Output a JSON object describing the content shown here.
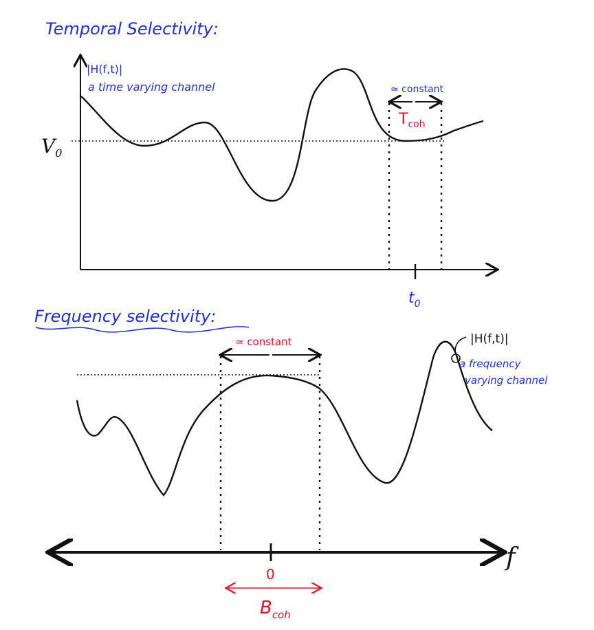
{
  "temporal": {
    "title": "Temporal Selectivity:",
    "y_axis_label": "|H(f,t)|",
    "curve_note": "a time varying channel",
    "level_label": "V",
    "level_subscript": "0",
    "bracket_label": "≃ constant",
    "interval_label": "T",
    "interval_subscript": "coh",
    "tick_label": "t",
    "tick_subscript": "0"
  },
  "frequency": {
    "title": "Frequency selectivity:",
    "y_label": "|H(f,t)|",
    "curve_note_line1": "a frequency",
    "curve_note_line2": "varying channel",
    "bracket_label": "≃ constant",
    "axis_label": "f",
    "tick_label": "0",
    "interval_label": "B",
    "interval_subscript": "coh"
  },
  "colors": {
    "ink": "#111111",
    "blue": "#1f2fd8",
    "red": "#e0102a"
  }
}
